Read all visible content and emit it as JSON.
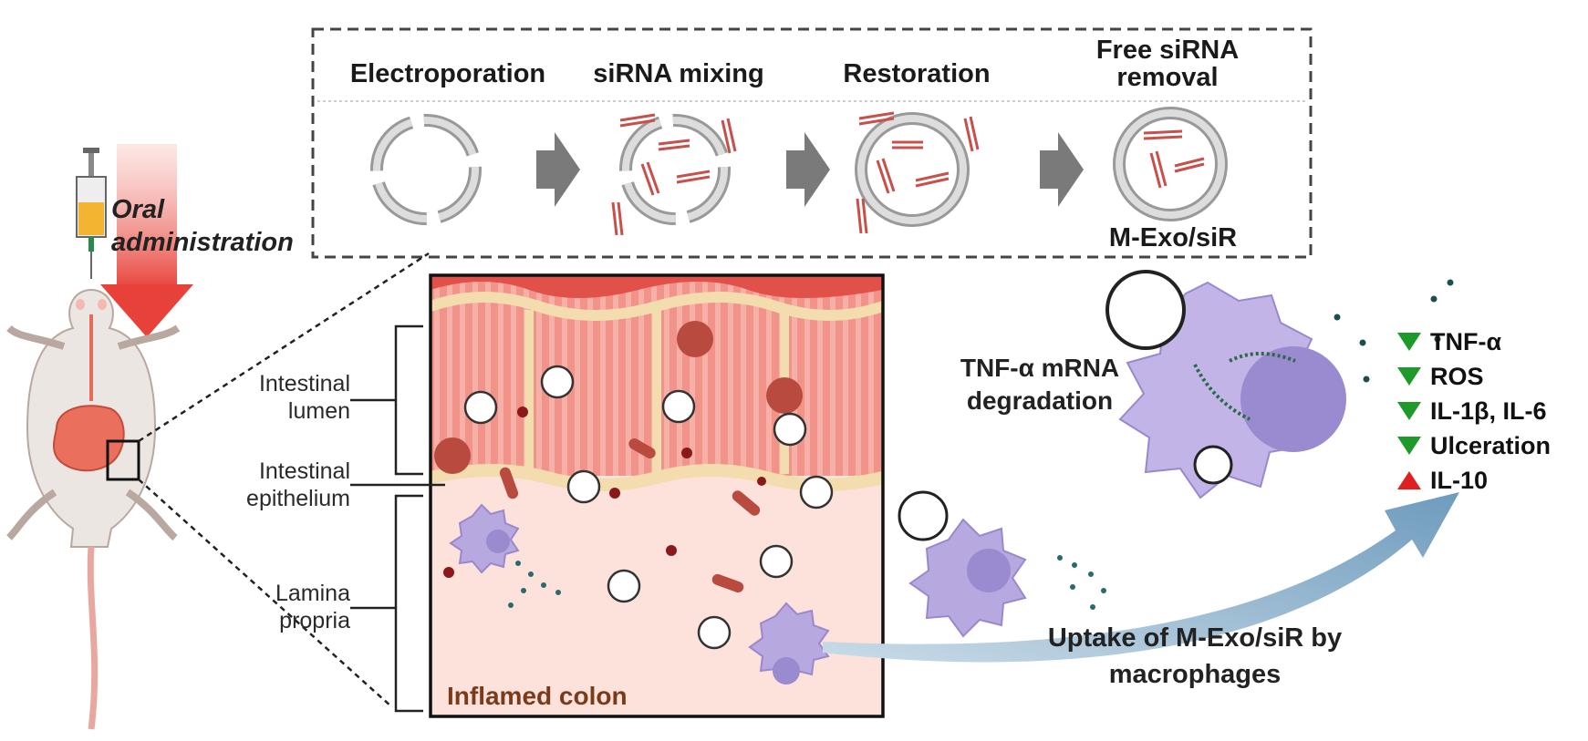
{
  "steps": [
    {
      "title": "Electroporation"
    },
    {
      "title": "siRNA mixing"
    },
    {
      "title": "Restoration"
    },
    {
      "title": "Free siRNA removal",
      "line1": "Free siRNA",
      "line2": "removal"
    }
  ],
  "product_label": "M-Exo/siR",
  "oral": {
    "line1": "Oral",
    "line2": "administration"
  },
  "layers": {
    "lumen": {
      "line1": "Intestinal",
      "line2": "lumen"
    },
    "epithelium": {
      "line1": "Intestinal",
      "line2": "epithelium"
    },
    "lamina": {
      "line1": "Lamina",
      "line2": "propria"
    }
  },
  "colon_label": "Inflamed colon",
  "degradation": {
    "line1": "TNF-α mRNA",
    "line2": "degradation"
  },
  "uptake": {
    "line1": "Uptake of M-Exo/siR by",
    "line2": "macrophages"
  },
  "markers": [
    {
      "label": "TNF-α",
      "direction": "down"
    },
    {
      "label": "ROS",
      "direction": "down"
    },
    {
      "label": "IL-1β, IL-6",
      "direction": "down"
    },
    {
      "label": "Ulceration",
      "direction": "down"
    },
    {
      "label": "IL-10",
      "direction": "up"
    }
  ],
  "colors": {
    "down": "#1e9a2a",
    "up": "#e02020",
    "arrow_gray": "#7a7a7a",
    "oral_arrow": "#e8413a",
    "tissue_pink": "#f4a8a0",
    "lamina_bg": "#fde2dc",
    "macrophage": "#b8a8e0",
    "big_arrow": "#7ea6c4",
    "colon_text": "#7a3b1a"
  }
}
